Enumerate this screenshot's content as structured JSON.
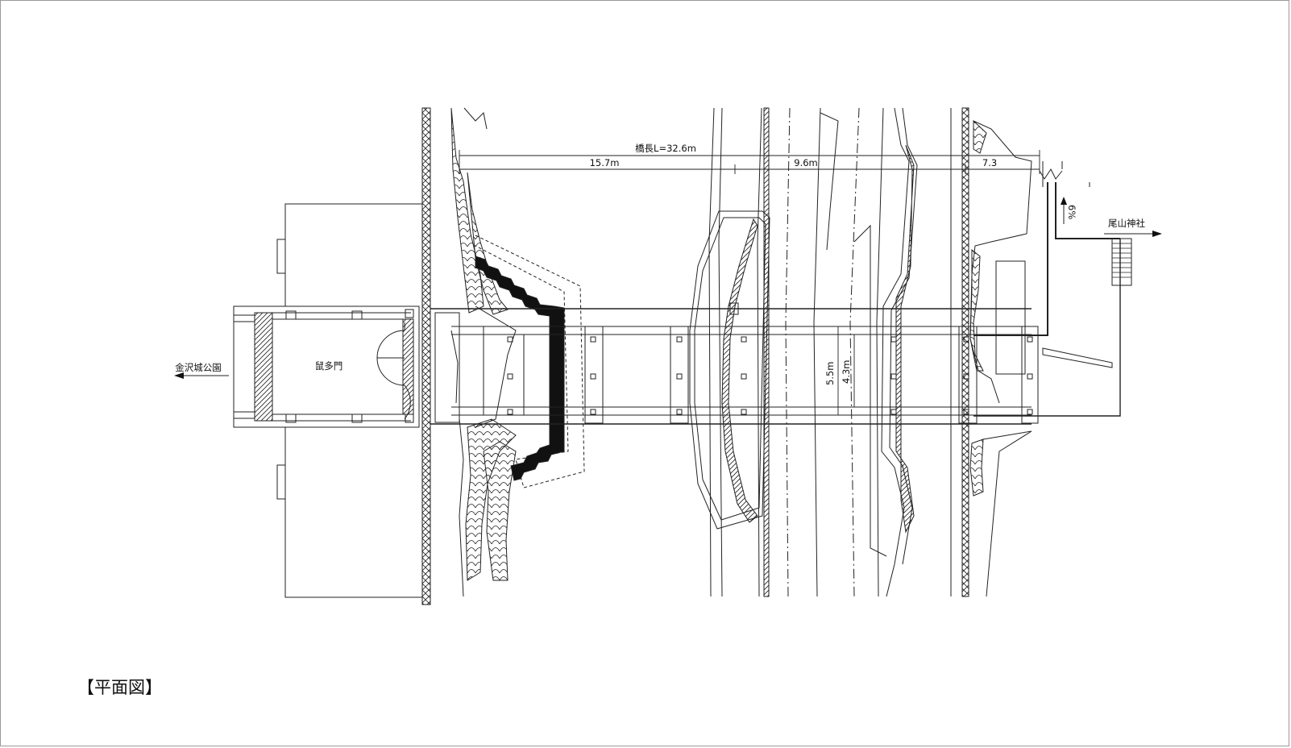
{
  "drawing": {
    "title": "【平面図】",
    "dimensions": {
      "bridge_length": "橋長L=32.6m",
      "span_left": "15.7m",
      "span_middle": "9.6m",
      "span_right": "7.3",
      "width_total": "5.5m",
      "width_effective": "4.3m"
    },
    "labels": {
      "gate": "鼠多門",
      "west_destination": "金沢城公園",
      "east_destination": "尾山神社",
      "slope": "6%"
    }
  }
}
